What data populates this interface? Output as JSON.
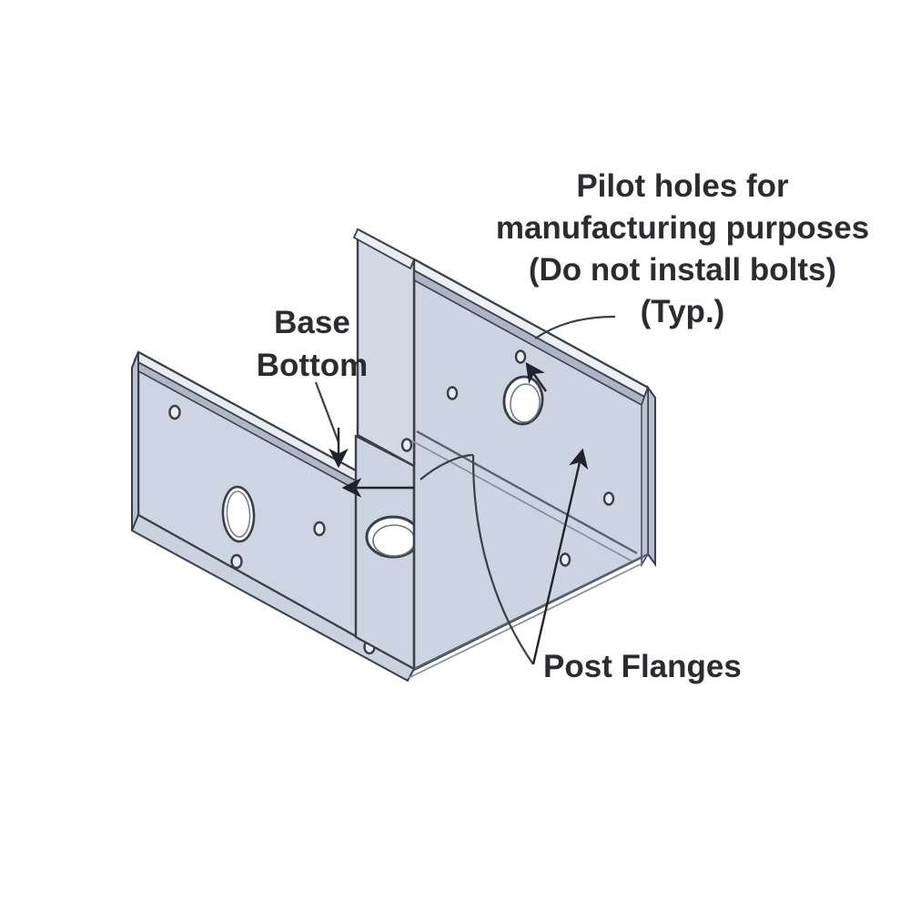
{
  "figure": {
    "title": "Post base bracket isometric detail",
    "background_color": "#ffffff"
  },
  "colors": {
    "panel_face": "#ced5e2",
    "panel_face_light": "#d6dce7",
    "panel_face_dark": "#c2cad9",
    "edge_line": "#3a3f4a",
    "thin_line": "#5a6170",
    "text": "#2b2b32",
    "hole_fill": "#ffffff"
  },
  "labels": {
    "base_bottom": {
      "line1": "Base",
      "line2": "Bottom"
    },
    "pilot_holes": {
      "line1": "Pilot holes for",
      "line2": "manufacturing purposes",
      "line3": "(Do not install bolts)",
      "line4": "(Typ.)"
    },
    "post_flanges": {
      "line1": "Post Flanges"
    }
  },
  "parts": [
    {
      "name": "left-side-panel",
      "description": "Left side panel with oval slot and pilot holes"
    },
    {
      "name": "base-bottom-plate",
      "description": "Horizontal base bottom plate with round hole"
    },
    {
      "name": "right-side-panel",
      "description": "Right side panel with oval slot and pilot holes"
    },
    {
      "name": "front-post-flange",
      "description": "Front upturned post flange"
    },
    {
      "name": "rear-post-flange",
      "description": "Rear upturned post flange"
    }
  ],
  "features": {
    "oval_slots": 2,
    "round_holes": 1,
    "pilot_holes": 9
  },
  "leader_lines": [
    {
      "name": "base-bottom-leader",
      "target": "base-bottom-plate",
      "arrowheads": 2
    },
    {
      "name": "pilot-holes-leader",
      "target": "pilot-hole-top-right",
      "arrowheads": 1
    },
    {
      "name": "post-flanges-leader",
      "target": "post-flange",
      "arrowheads": 1
    }
  ]
}
